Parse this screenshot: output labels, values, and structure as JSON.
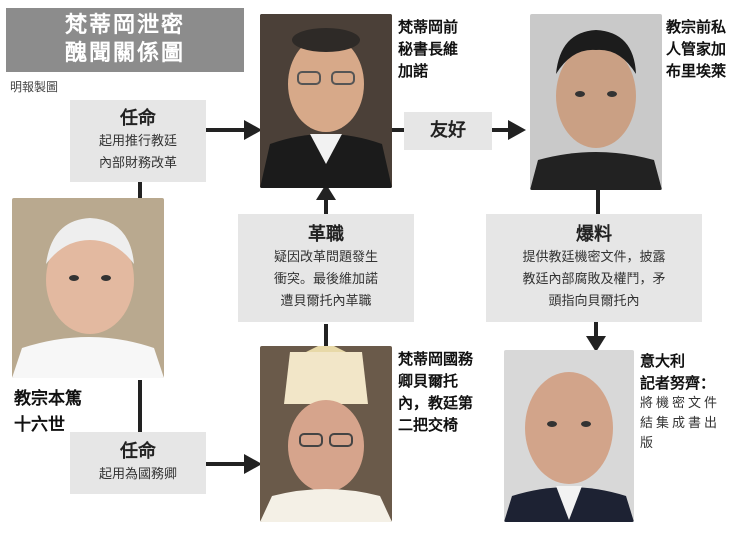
{
  "title": {
    "line1": "梵蒂岡泄密",
    "line2": "醜聞關係圖"
  },
  "credit": "明報製圖",
  "nodes": {
    "vigano": {
      "caption_lines": [
        "梵蒂岡前",
        "秘書長維",
        "加諾"
      ]
    },
    "gabriele": {
      "caption_lines": [
        "教宗前私",
        "人管家加",
        "布里埃萊"
      ]
    },
    "pope": {
      "caption_lines": [
        "教宗本篤",
        "十六世"
      ]
    },
    "bertone": {
      "caption_lines": [
        "梵蒂岡國務",
        "卿貝爾托",
        "內，教廷第",
        "二把交椅"
      ]
    },
    "nuzzi": {
      "caption_lines": [
        "意大利",
        "記者努齊："
      ],
      "sub_lines": [
        "將機密文件",
        "結集成書出",
        "版"
      ]
    }
  },
  "relations": {
    "appoint1": {
      "heading": "任命",
      "text_lines": [
        "起用推行教廷",
        "內部財務改革"
      ]
    },
    "friendly": {
      "heading": "友好"
    },
    "dismiss": {
      "heading": "革職",
      "text_lines": [
        "疑因改革問題發生",
        "衝突。最後維加諾",
        "遭貝爾托內革職"
      ]
    },
    "leak": {
      "heading": "爆料",
      "text_lines": [
        "提供教廷機密文件，披露",
        "教廷內部腐敗及權鬥，矛",
        "頭指向貝爾托內"
      ]
    },
    "appoint2": {
      "heading": "任命",
      "text_lines": [
        "起用為國務卿"
      ]
    }
  },
  "colors": {
    "box_bg": "#e6e6e6",
    "title_bg": "#8c8c8c",
    "line": "#222222"
  }
}
